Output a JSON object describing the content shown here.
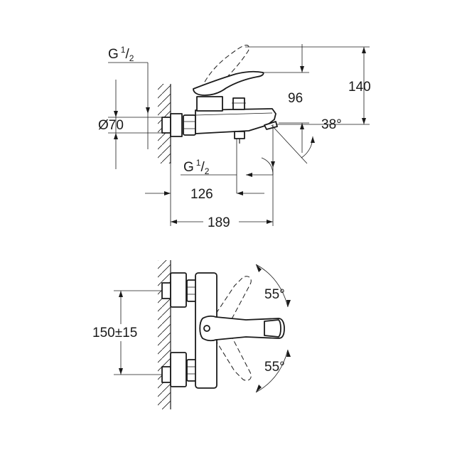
{
  "side_view": {
    "thread_top": {
      "base": "G",
      "num": "1",
      "den": "2"
    },
    "diameter_label": "Ø70",
    "dim_96": "96",
    "dim_140": "140",
    "angle_38": "38°",
    "thread_bottom": {
      "base": "G",
      "num": "1",
      "den": "2"
    },
    "dim_126": "126",
    "dim_189": "189"
  },
  "front_view": {
    "angle_top": "55°",
    "angle_bottom": "55°",
    "center_distance": "150±15"
  }
}
